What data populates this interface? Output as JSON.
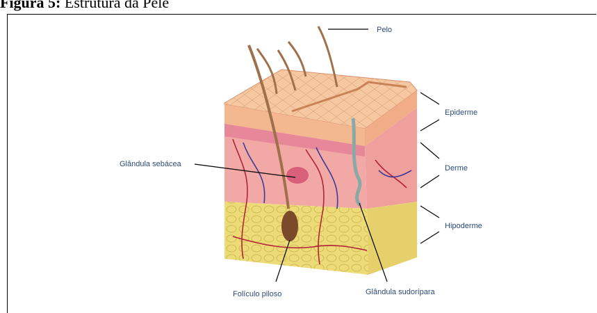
{
  "caption": {
    "prefix": "Figura 5:",
    "title": "Estrutura da Pele"
  },
  "labels": {
    "pelo": "Pelo",
    "epiderme": "Epiderme",
    "derme": "Derme",
    "hipoderme": "Hipoderme",
    "glandula_sebacea": "Glândula sebácea",
    "foliculo_piloso": "Folículo piloso",
    "glandula_sudoripara": "Glândula sudorípara"
  },
  "colors": {
    "label_text": "#2d4a7a",
    "epidermis": "#f4b891",
    "dermis": "#f2a3a3",
    "hypodermis": "#ecd873",
    "hair": "#a0704a"
  }
}
